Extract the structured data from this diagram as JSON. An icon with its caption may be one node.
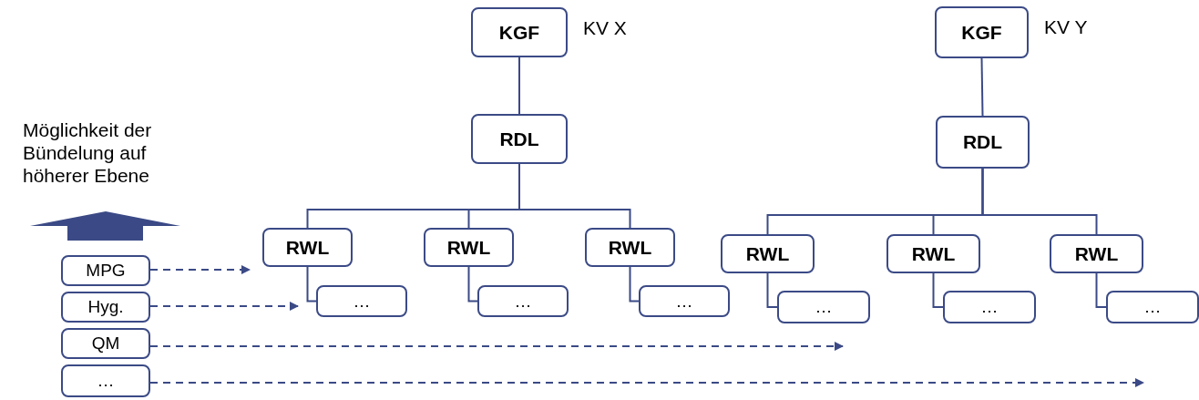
{
  "diagram": {
    "nodes": [
      {
        "text": [
          "KGF"
        ],
        "beside": [
          "KV X"
        ]
      },
      {
        "text": [
          "RDL"
        ]
      },
      {
        "text": [
          "RWL"
        ]
      },
      {
        "text": [
          "…"
        ]
      },
      {
        "text": [
          "RWL"
        ]
      },
      {
        "text": [
          "…"
        ]
      },
      {
        "text": [
          "RWL"
        ]
      },
      {
        "text": [
          "…"
        ]
      },
      {
        "text": [
          "KGF"
        ],
        "beside": [
          "KV Y"
        ]
      },
      {
        "text": [
          "RDL"
        ]
      },
      {
        "text": [
          "RWL"
        ]
      },
      {
        "text": [
          "…"
        ]
      },
      {
        "text": [
          "RWL"
        ]
      },
      {
        "text": [
          "…"
        ]
      },
      {
        "text": [
          "RWL"
        ]
      },
      {
        "text": [
          "…"
        ]
      },
      {
        "text": [
          "MPG"
        ]
      },
      {
        "text": [
          "Hyg."
        ]
      },
      {
        "text": [
          "QM"
        ]
      },
      {
        "text": [
          "…"
        ]
      }
    ],
    "edges": [
      {
        "from": 0,
        "to": 1,
        "arrow": "none"
      },
      {
        "from": 1,
        "to": 2,
        "arrow": "none"
      },
      {
        "from": 1,
        "to": 4,
        "arrow": "none"
      },
      {
        "from": 1,
        "to": 6,
        "arrow": "none"
      },
      {
        "from": 2,
        "to": 3,
        "arrow": "none"
      },
      {
        "from": 4,
        "to": 5,
        "arrow": "none"
      },
      {
        "from": 6,
        "to": 7,
        "arrow": "none"
      },
      {
        "from": 8,
        "to": 9,
        "arrow": "none"
      },
      {
        "from": 9,
        "to": 10,
        "arrow": "none"
      },
      {
        "from": 9,
        "to": 12,
        "arrow": "none"
      },
      {
        "from": 9,
        "to": 14,
        "arrow": "none"
      },
      {
        "from": 10,
        "to": 11,
        "arrow": "none"
      },
      {
        "from": 12,
        "to": 13,
        "arrow": "none"
      },
      {
        "from": 14,
        "to": 15,
        "arrow": "none"
      },
      {
        "from": 16,
        "to": 2,
        "arrow": "to",
        "style": "dashed"
      },
      {
        "from": 17,
        "to": 3,
        "arrow": "to",
        "style": "dashed"
      },
      {
        "from": 18,
        "to": 11,
        "arrow": "to",
        "style": "dashed"
      },
      {
        "from": 19,
        "to": null,
        "arrow": "to",
        "style": "dashed"
      }
    ],
    "labels": [
      "Möglichkeit der Bündelung auf höherer Ebene"
    ]
  }
}
